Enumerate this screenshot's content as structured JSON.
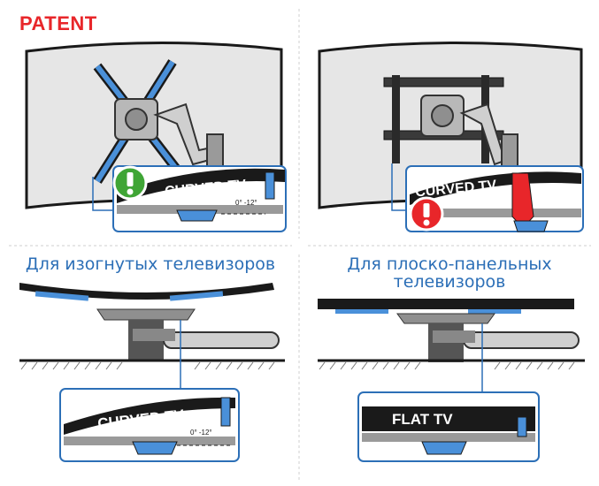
{
  "patent_label": "PATENT",
  "top_left": {
    "badge_text": "CURVED TV",
    "angle_label": "0° -12°"
  },
  "top_right": {
    "badge_text": "CURVED TV"
  },
  "bottom_left": {
    "caption": "Для изогнутых телевизоров",
    "badge_text": "CURVED TV",
    "angle_label": "0° -12°"
  },
  "bottom_right": {
    "caption_line1": "Для плоско-панельных",
    "caption_line2": "телевизоров",
    "badge_text": "FLAT TV"
  },
  "colors": {
    "accent_red": "#e8262a",
    "accent_blue": "#2c6fb7",
    "ok_green": "#3fa535",
    "mount_blue": "#4a90d9",
    "tv_dark": "#2a2a2a"
  }
}
